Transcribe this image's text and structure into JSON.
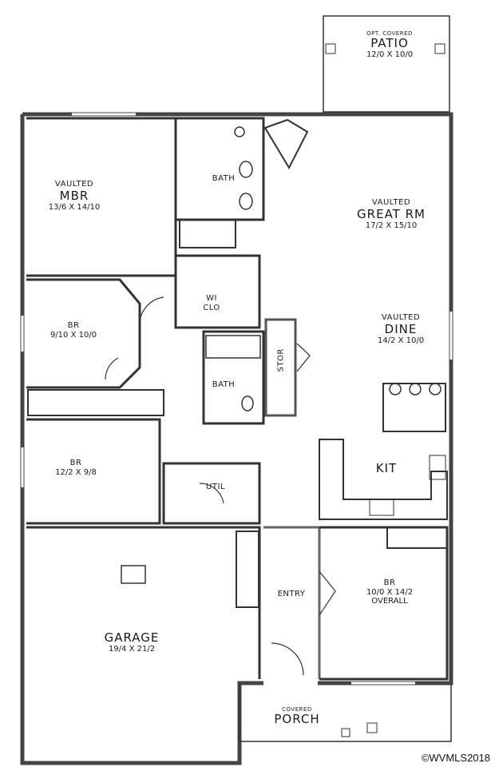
{
  "rooms": {
    "patio": {
      "note": "OPT. COVERED",
      "name": "PATIO",
      "dims": "12/0 X 10/0"
    },
    "mbr": {
      "prefix": "VAULTED",
      "name": "MBR",
      "dims": "13/6 X 14/10"
    },
    "bath1": {
      "name": "BATH"
    },
    "great_rm": {
      "prefix": "VAULTED",
      "name": "GREAT RM",
      "dims": "17/2 X 15/10"
    },
    "wi_clo": {
      "name": "WI",
      "name2": "CLO"
    },
    "br2": {
      "name": "BR",
      "dims": "9/10 X 10/0"
    },
    "dine": {
      "prefix": "VAULTED",
      "name": "DINE",
      "dims": "14/2 X 10/0"
    },
    "stor": {
      "name": "STOR"
    },
    "bath2": {
      "name": "BATH"
    },
    "br3": {
      "name": "BR",
      "dims": "12/2 X 9/8"
    },
    "kit": {
      "name": "KIT"
    },
    "util": {
      "name": "UTIL"
    },
    "garage": {
      "name": "GARAGE",
      "dims": "19/4 X 21/2"
    },
    "entry": {
      "name": "ENTRY"
    },
    "br4": {
      "name": "BR",
      "dims": "10/0 X 14/2",
      "note": "OVERALL"
    },
    "porch": {
      "note": "COVERED",
      "name": "PORCH"
    }
  },
  "copyright": "©WVMLS2018"
}
